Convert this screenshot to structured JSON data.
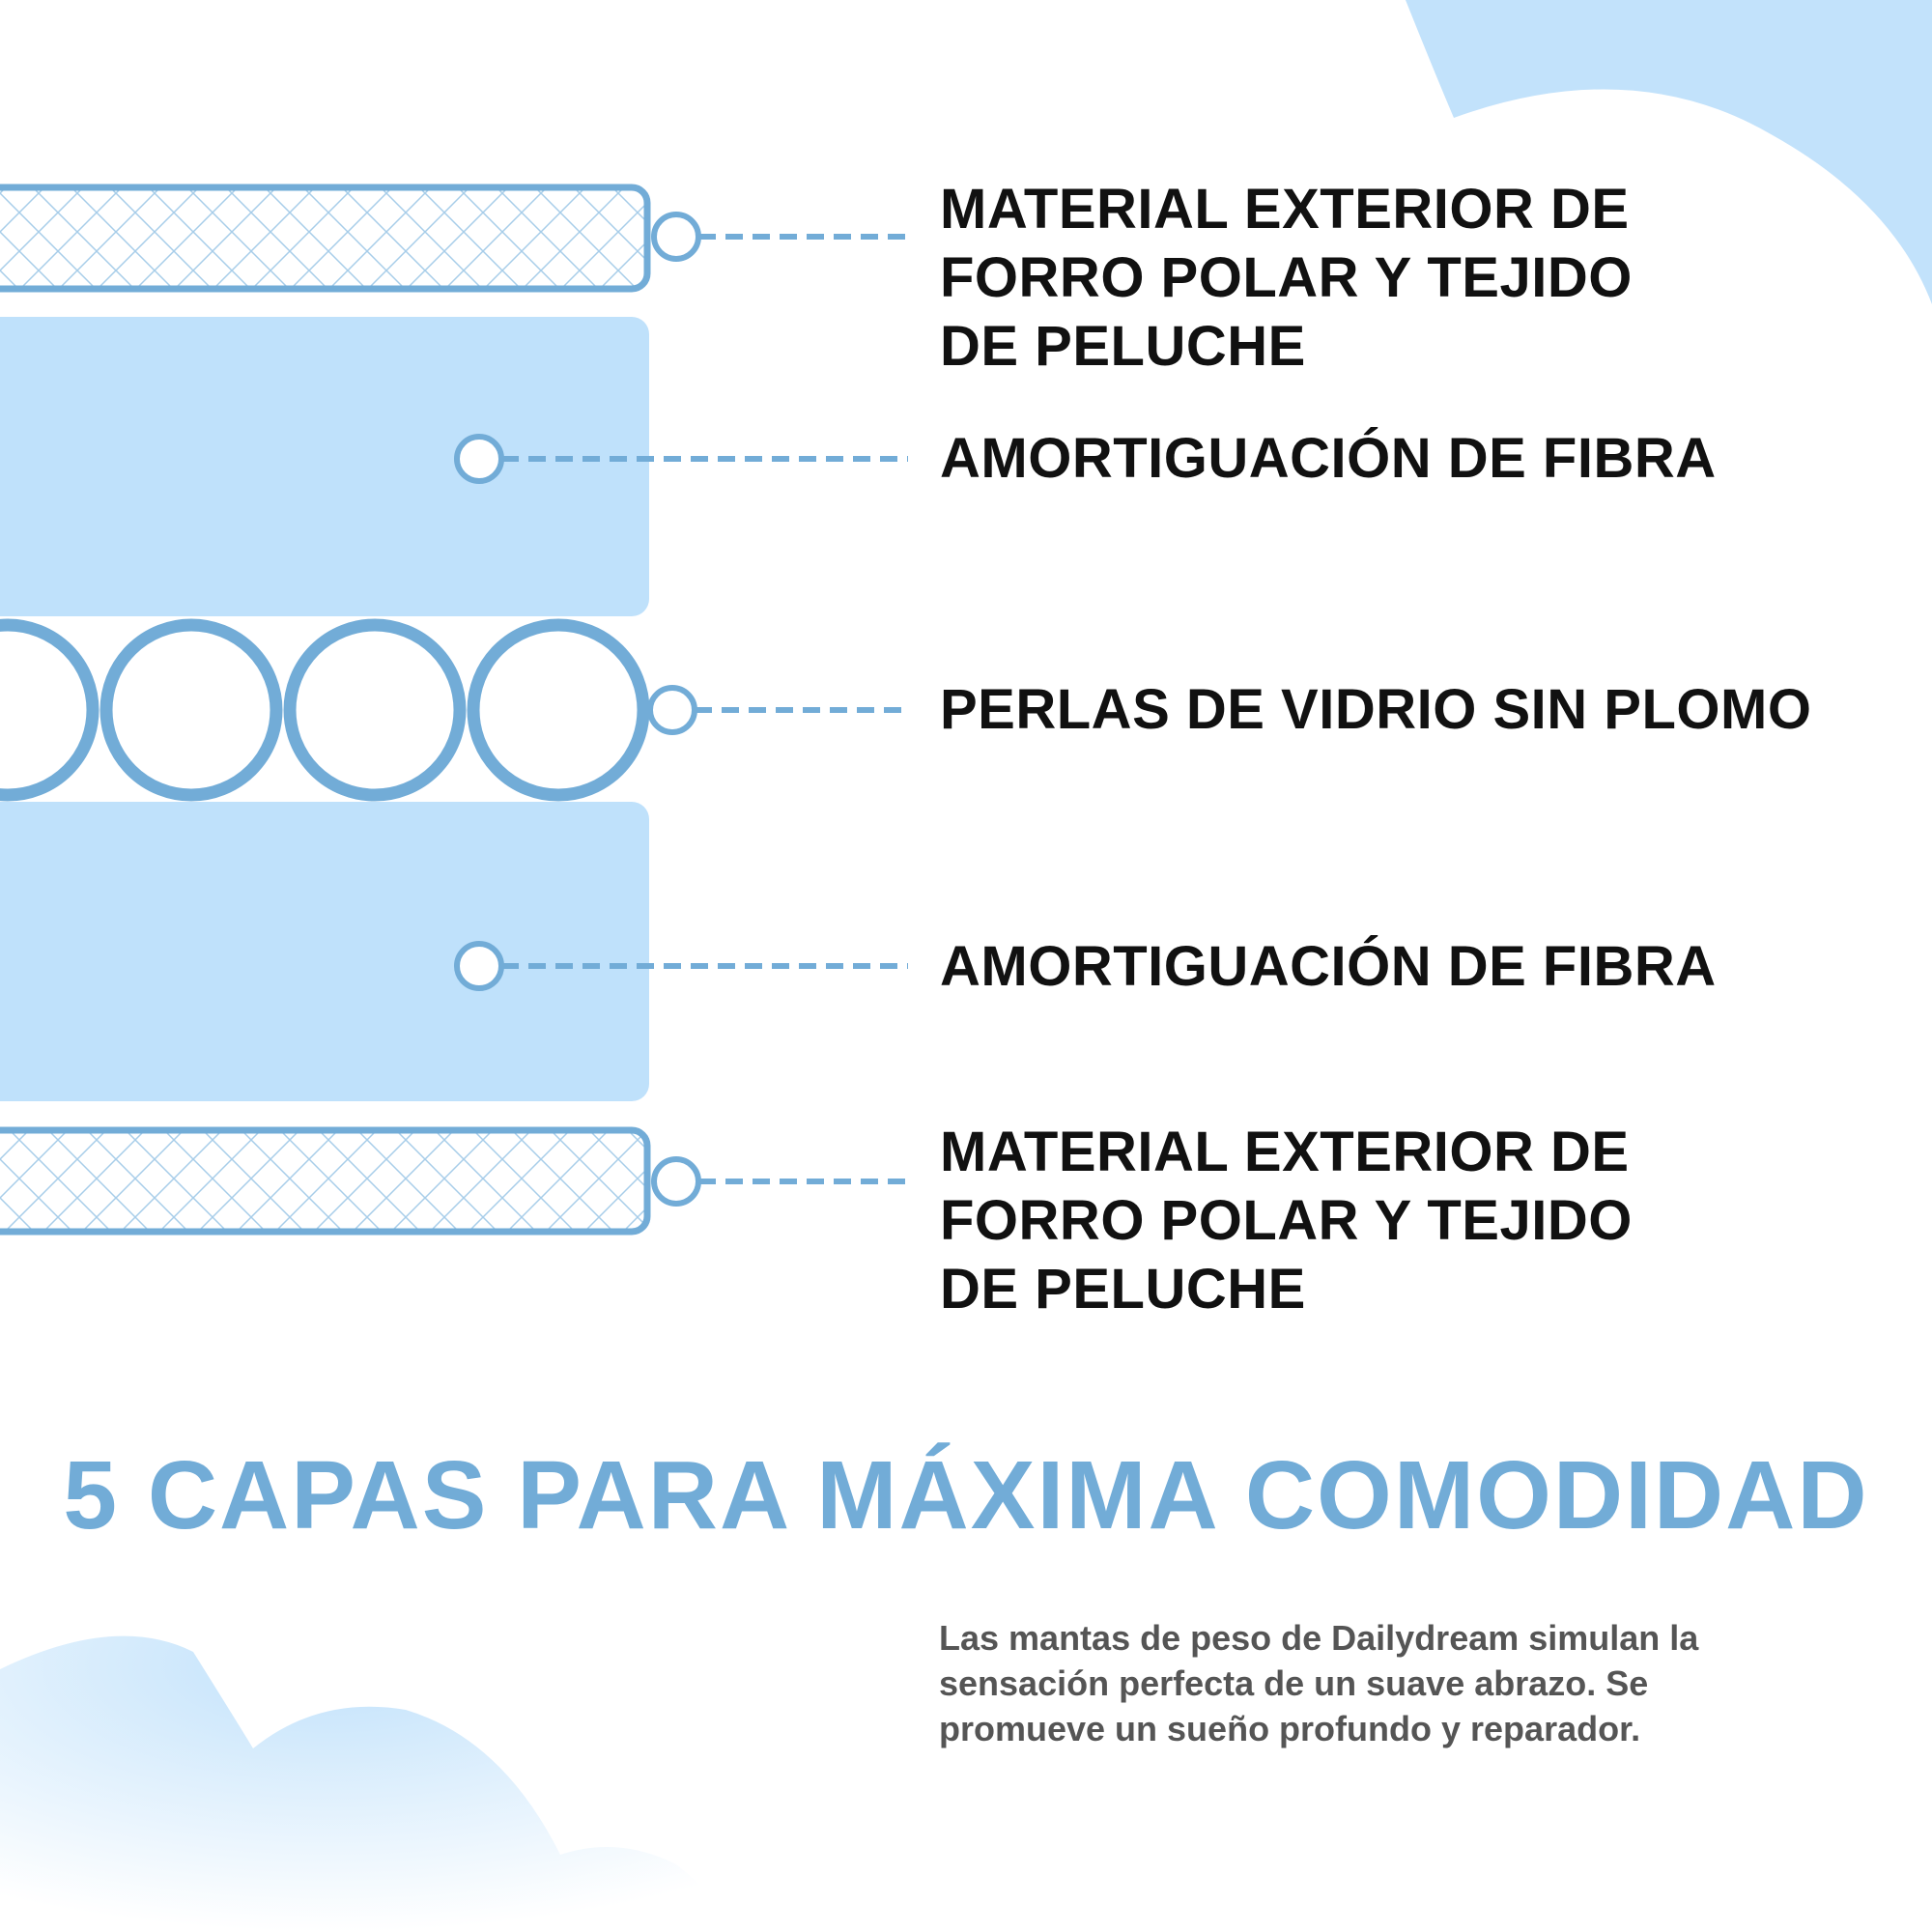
{
  "colors": {
    "accent": "#72acd7",
    "light_blue": "#bfe1fb",
    "cloud": "#c2e2fb",
    "text": "#111111",
    "body_text": "#555555"
  },
  "layers": [
    {
      "type": "fabric",
      "lines": [
        "MATERIAL EXTERIOR DE",
        "FORRO POLAR Y TEJIDO",
        "DE PELUCHE"
      ]
    },
    {
      "type": "fiber",
      "lines": [
        "AMORTIGUACIÓN DE FIBRA"
      ]
    },
    {
      "type": "beads",
      "lines": [
        "PERLAS DE VIDRIO SIN PLOMO"
      ]
    },
    {
      "type": "fiber",
      "lines": [
        "AMORTIGUACIÓN DE FIBRA"
      ]
    },
    {
      "type": "fabric",
      "lines": [
        "MATERIAL EXTERIOR DE",
        "FORRO POLAR Y TEJIDO",
        "DE PELUCHE"
      ]
    }
  ],
  "headline": "5 CAPAS PARA MÁXIMA COMODIDAD",
  "description": {
    "lines": [
      "Las mantas de peso de Dailydream simulan la",
      "sensación perfecta de un suave abrazo. Se",
      "promueve un sueño profundo y reparador."
    ]
  }
}
